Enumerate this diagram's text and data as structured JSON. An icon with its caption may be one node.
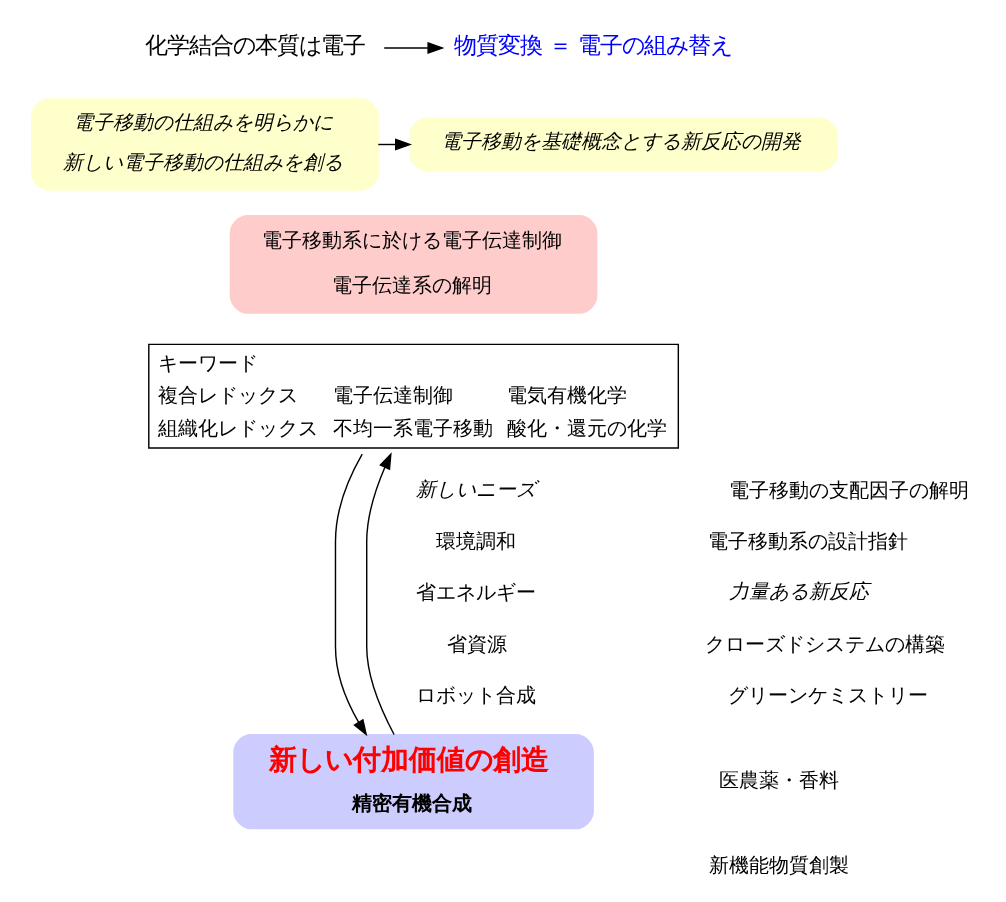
{
  "diagram": {
    "nodes": [
      {
        "text": [
          "化学結合の本質は電子"
        ]
      },
      {
        "text": [
          "物質変換 ＝ 電子の組み替え"
        ]
      },
      {
        "text": [
          "電子移動の仕組みを明らかに",
          "新しい電子移動の仕組みを創る"
        ]
      },
      {
        "text": [
          "電子移動を基礎概念とする新反応の開発"
        ]
      },
      {
        "text": [
          "電子移動系に於ける電子伝達制御",
          "電子伝達系の解明"
        ]
      },
      {
        "text": [
          "キーワード",
          "複合レドックス",
          "電子伝達制御",
          "電気有機化学",
          "組織化レドックス",
          "不均一系電子移動",
          "酸化・還元の化学"
        ]
      },
      {
        "text": [
          "新しい付加価値の創造",
          "精密有機合成"
        ]
      }
    ],
    "edges": [
      {
        "from": 0,
        "to": 1,
        "arrow": "to"
      },
      {
        "from": 2,
        "to": 3,
        "arrow": "to"
      },
      {
        "from": 6,
        "to": 5,
        "arrow": "to"
      },
      {
        "from": 5,
        "to": 6,
        "arrow": "to"
      }
    ],
    "labels": [
      "新しいニーズ",
      "電子移動の支配因子の解明",
      "環境調和",
      "電子移動系の設計指針",
      "省エネルギー",
      "力量ある新反応",
      "省資源",
      "クローズドシステムの構築",
      "ロボット合成",
      "グリーンケミストリー",
      "医農薬・香料",
      "新機能物質創製"
    ]
  }
}
